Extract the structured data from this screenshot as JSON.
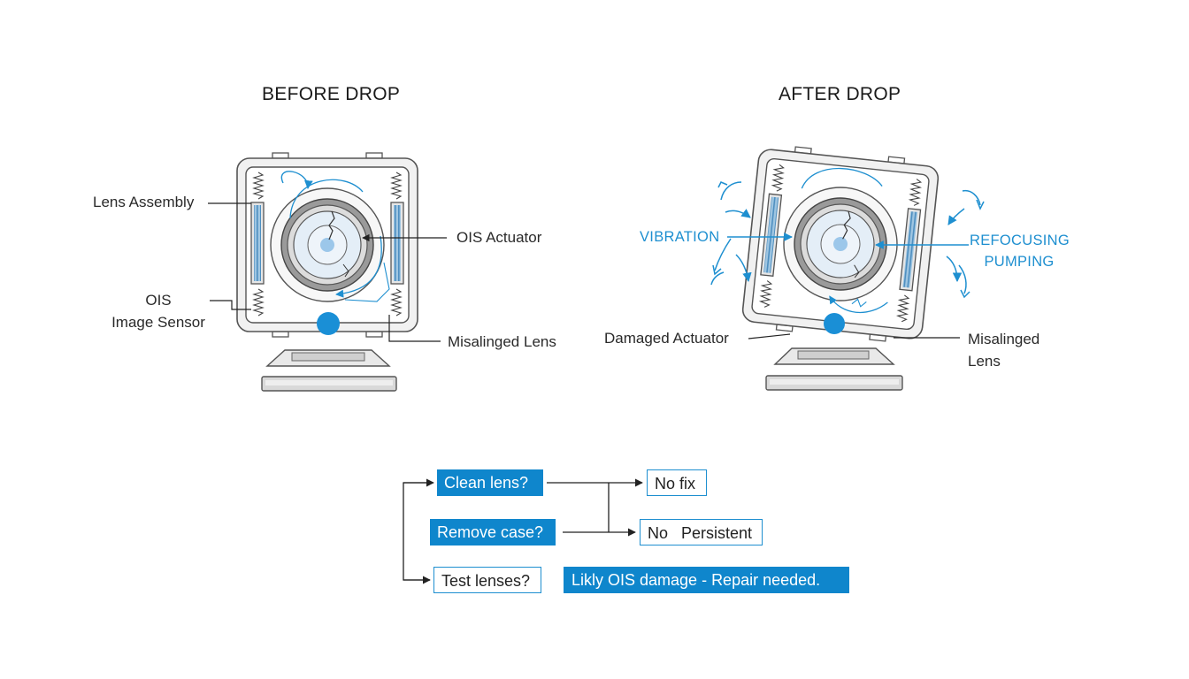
{
  "before": {
    "title": "BEFORE DROP",
    "labels": {
      "lens_assembly": "Lens Assembly",
      "ois_actuator": "OIS Actuator",
      "ois_image_sensor": "OIS\nImage Sensor",
      "misaligned_lens": "Misalinged Lens"
    }
  },
  "after": {
    "title": "AFTER DROP",
    "labels": {
      "vibration": "VIBRATION",
      "refocusing_pumping": "REFOCUSING\nPUMPING",
      "damaged_actuator": "Damaged Actuator",
      "misaligned_lens": "Misalinged\nLens"
    }
  },
  "flow": {
    "clean_lens": "Clean lens?",
    "remove_case": "Remove case?",
    "test_lenses": "Test lenses?",
    "no_fix": "No fix",
    "no_persistent": "No   Persistent",
    "conclusion": "Likly OIS damage - Repair needed."
  },
  "colors": {
    "accent": "#0f86cc",
    "accent_light": "#1e8fd0",
    "outline": "#555555",
    "frame_fill": "#f1f1f1"
  }
}
